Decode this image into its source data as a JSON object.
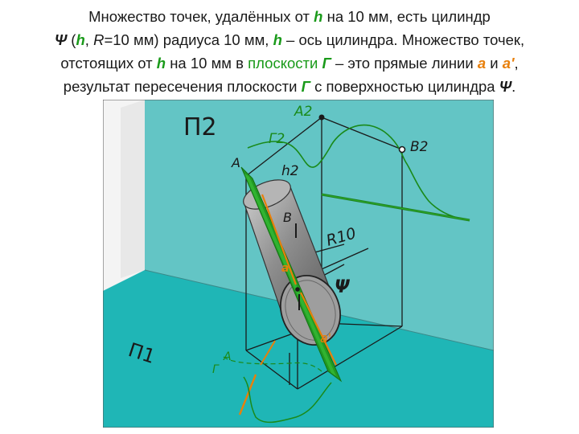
{
  "caption": {
    "l1_a": "Множество точек, удалённых от ",
    "l1_h": "h",
    "l1_b": " на 10 мм, есть цилиндр",
    "l2_psi": "Ψ",
    "l2_a": " (",
    "l2_h": "h",
    "l2_b": ", ",
    "l2_r": "R",
    "l2_c": "=10 мм) радиуса 10 мм, ",
    "l2_h2": "h",
    "l2_d": " – ось цилиндра. Множество точек,",
    "l3_a": "отстоящих от ",
    "l3_h": "h",
    "l3_b": " на 10 мм в ",
    "l3_plane": "плоскости",
    "l3_c": " ",
    "l3_g": "Г",
    "l3_d": " – это прямые линии ",
    "l3_aa": "a",
    "l3_e": " и ",
    "l3_ap": "a'",
    "l3_f": ",",
    "l4_a": "результат пересечения плоскости ",
    "l4_g": "Г",
    "l4_b": " с поверхностью цилиндра ",
    "l4_psi": "Ψ",
    "l4_c": "."
  },
  "labels": {
    "pi2": "П2",
    "pi1": "П1",
    "a2": "A2",
    "b2": "B2",
    "g2": "Г2",
    "a_pt": "A",
    "h2": "h2",
    "b_pt": "B",
    "r10": "R10",
    "psi": "Ψ",
    "line_a": "a",
    "line_ap": "a'",
    "bottom_a": "A",
    "bottom_g": "Г"
  },
  "colors": {
    "wall": "#63c5c5",
    "floor": "#1fb6b6",
    "plane": "#229922",
    "orange": "#e87f0a",
    "cylinder": "#9a9a9a",
    "text": "#1a1a1a"
  }
}
